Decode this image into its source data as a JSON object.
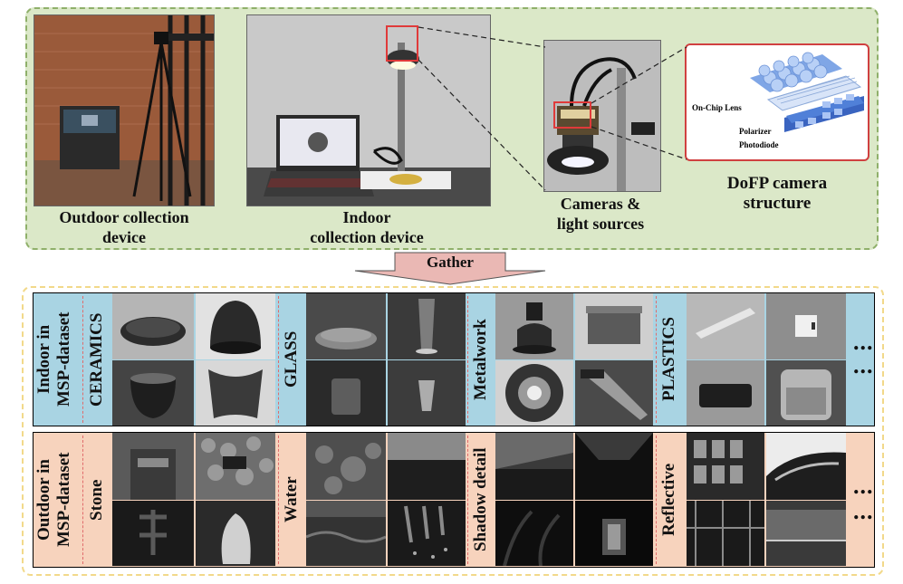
{
  "top": {
    "outdoor_caption": [
      "Outdoor collection",
      "device"
    ],
    "indoor_caption": [
      "Indoor",
      "collection device"
    ],
    "cameras_caption": [
      "Cameras &",
      "light sources"
    ],
    "dofp_caption": [
      "DoFP camera",
      "structure"
    ],
    "dofp_layers": {
      "lens": "On-Chip Lens",
      "polarizer": "Polarizer",
      "photodiode": "Photodiode"
    }
  },
  "gather_label": "Gather",
  "indoor_row": {
    "label": [
      "Indoor in",
      "MSP-dataset"
    ],
    "categories": [
      "CERAMICS",
      "GLASS",
      "Metalwork",
      "PLASTICS"
    ],
    "ellipsis": "..."
  },
  "outdoor_row": {
    "label": [
      "Outdoor in",
      "MSP-dataset"
    ],
    "categories": [
      "Stone",
      "Water",
      "Shadow detail",
      "Reflective"
    ],
    "ellipsis": "..."
  },
  "colors": {
    "top_panel": "#dbe8c8",
    "indoor_row": "#a9d4e3",
    "outdoor_row": "#f7d3bd",
    "gather_arrow": "#eab8b4",
    "highlight": "#e03a3a"
  }
}
